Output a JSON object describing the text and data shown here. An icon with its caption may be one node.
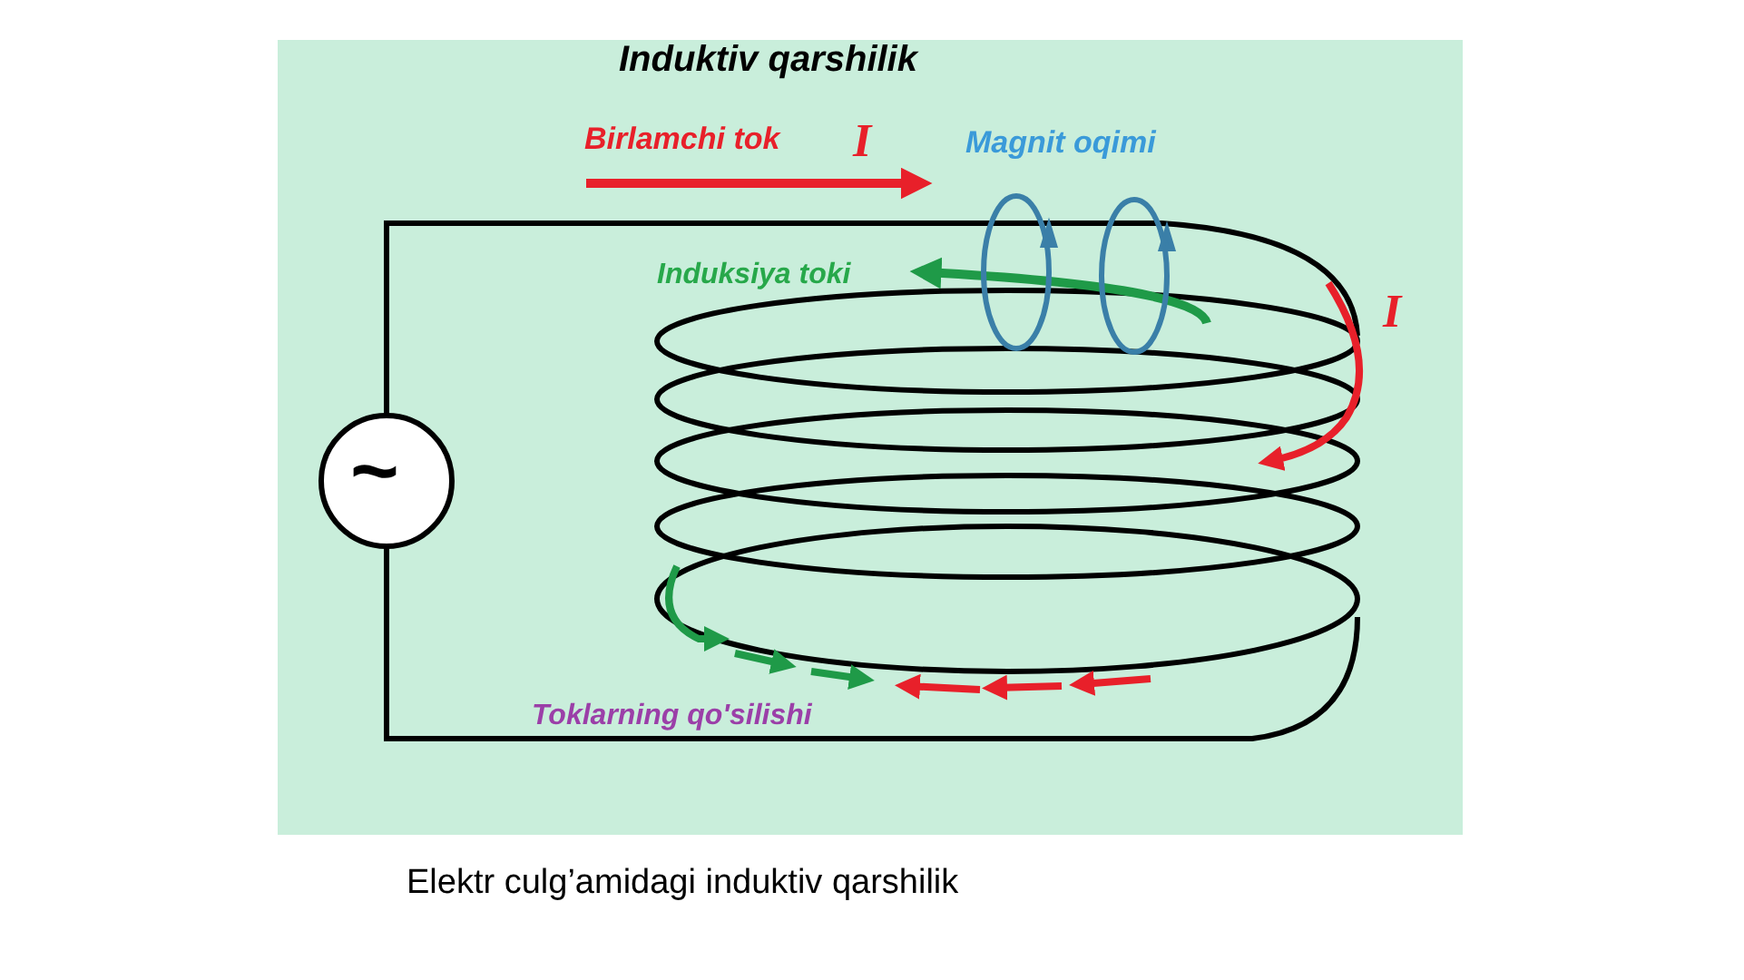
{
  "diagram": {
    "title": "Induktiv qarshilik",
    "labels": [
      "Birlamchi tok",
      "I",
      "Magnit oqimi",
      "Induksiya toki",
      "I",
      "~",
      "Toklarning qo'silishi"
    ],
    "caption": "Elektr culg’amidagi induktiv qarshilik"
  }
}
